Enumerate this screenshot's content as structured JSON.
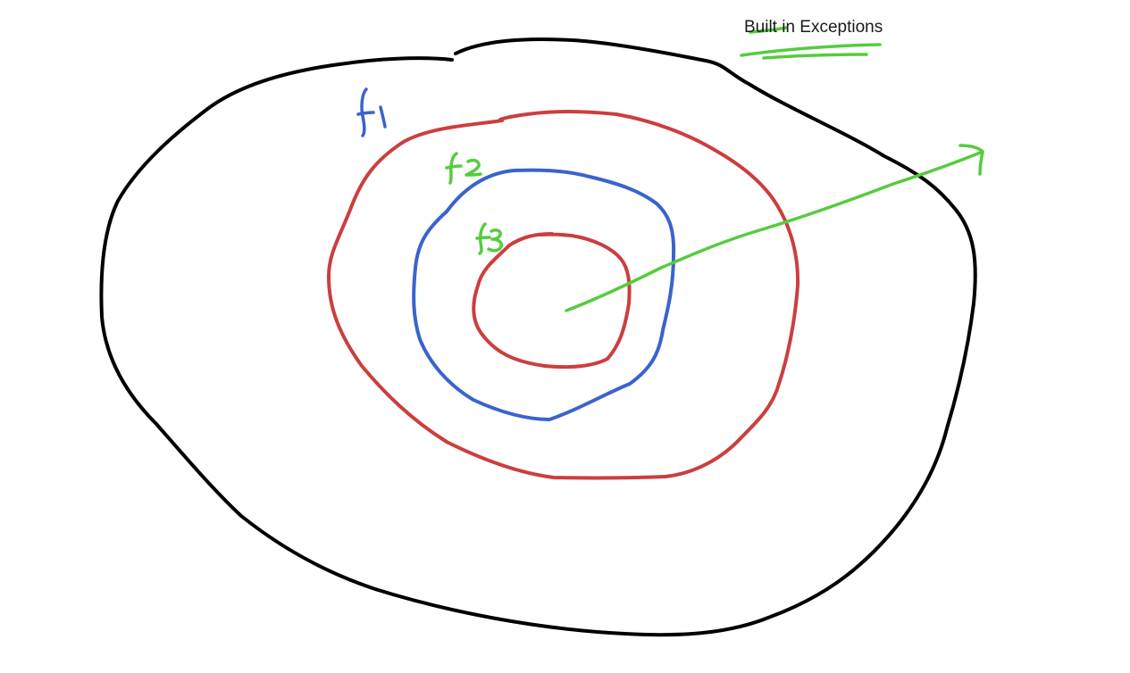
{
  "title": "Built in Exceptions",
  "scope_labels": {
    "outer": "f1",
    "middle": "f2",
    "inner": "f3"
  },
  "colors": {
    "outer_ring": "#000000",
    "middle_ring": "#cc3e3e",
    "inner_blue_ring": "#3a63cc",
    "core_ring": "#cc3e3e",
    "arrow": "#55cc3e",
    "label_f1": "#3a63cc",
    "label_f2": "#55cc3e",
    "label_f3": "#55cc3e",
    "underline": "#55cc3e"
  },
  "icons": {
    "arrow": "arrow-icon"
  }
}
